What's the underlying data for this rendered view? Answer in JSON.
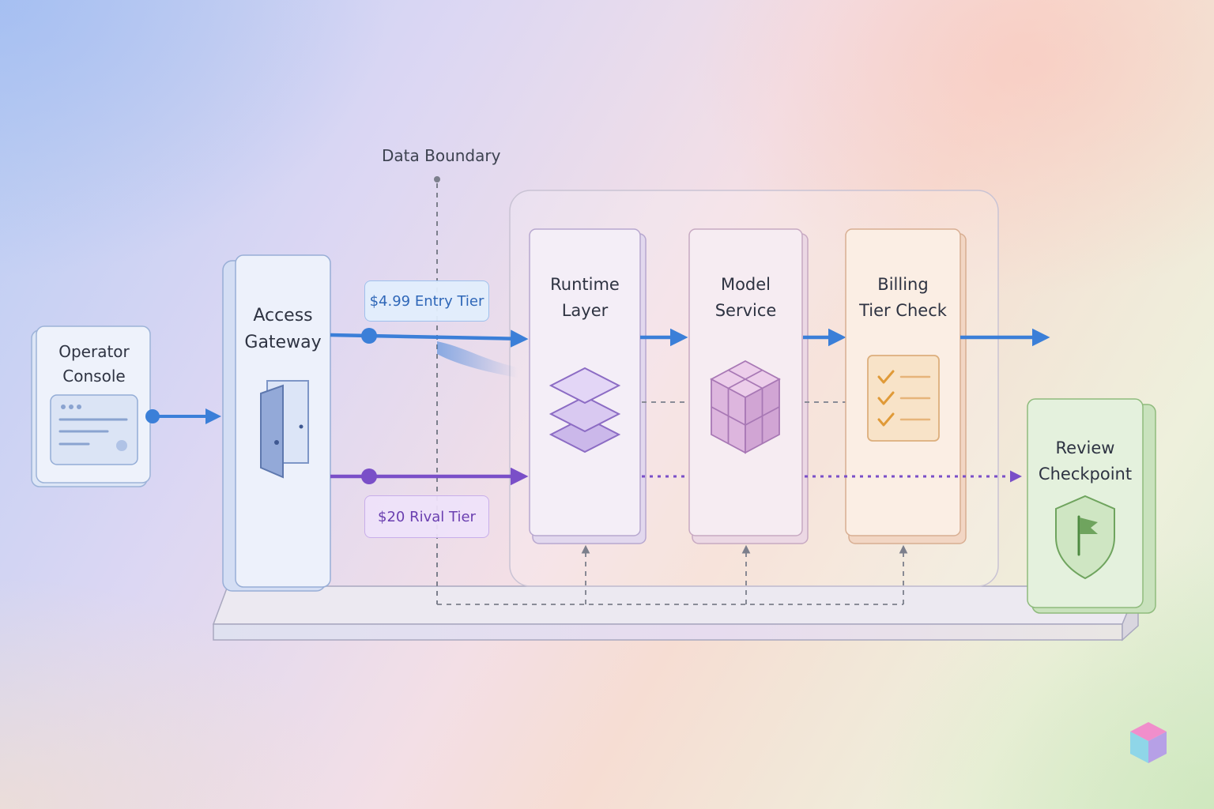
{
  "boundary": {
    "label": "Data Boundary"
  },
  "nodes": {
    "operator_console": {
      "line1": "Operator",
      "line2": "Console"
    },
    "access_gateway": {
      "line1": "Access",
      "line2": "Gateway"
    },
    "runtime_layer": {
      "line1": "Runtime",
      "line2": "Layer"
    },
    "model_service": {
      "line1": "Model",
      "line2": "Service"
    },
    "billing_tier_check": {
      "line1": "Billing",
      "line2": "Tier Check"
    },
    "review_checkpoint": {
      "line1": "Review",
      "line2": "Checkpoint"
    }
  },
  "tiers": {
    "entry": {
      "label": "$4.99 Entry Tier",
      "color": "#3b7fd8"
    },
    "rival": {
      "label": "$20 Rival Tier",
      "color": "#7a4fc8"
    }
  },
  "colors": {
    "blue_flow": "#3b7fd8",
    "purple_flow": "#7a4fc8",
    "dashed_gray": "#7c7f8c",
    "review_green": "#dcefd2",
    "billing_orange": "#f8e6d6"
  },
  "icons": [
    "console-window-icon",
    "door-icon",
    "layers-icon",
    "cube-icon",
    "checklist-icon",
    "shield-flag-icon",
    "logo-cube-icon"
  ]
}
